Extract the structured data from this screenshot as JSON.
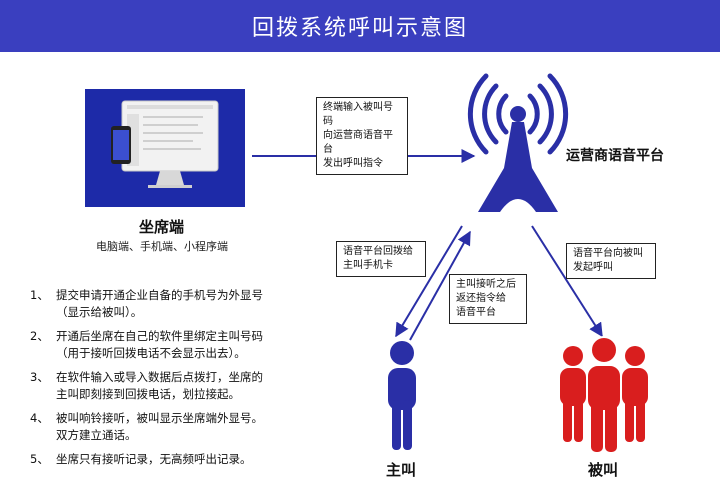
{
  "header": {
    "title": "回拨系统呼叫示意图"
  },
  "seat": {
    "title": "坐席端",
    "subtitle": "电脑端、手机端、小程序端"
  },
  "platform": {
    "label": "运营商语音平台"
  },
  "notes": {
    "terminal_to_platform": [
      "终端输入被叫号码",
      "向运营商语音平台",
      "发出呼叫指令"
    ],
    "platform_to_caller": [
      "语音平台回拨给",
      "主叫手机卡"
    ],
    "caller_to_platform": [
      "主叫接听之后",
      "返还指令给",
      "语音平台"
    ],
    "platform_to_callee": [
      "语音平台向被叫",
      "发起呼叫"
    ]
  },
  "caller": {
    "label": "主叫"
  },
  "callee": {
    "label": "被叫"
  },
  "steps": [
    {
      "num": "1、",
      "lines": [
        "提交申请开通企业自备的手机号为外显号",
        "（显示给被叫）。"
      ]
    },
    {
      "num": "2、",
      "lines": [
        "开通后坐席在自己的软件里绑定主叫号码",
        "（用于接听回拨电话不会显示出去）。"
      ]
    },
    {
      "num": "3、",
      "lines": [
        "在软件输入或导入数据后点拨打，坐席的",
        "主叫即刻接到回拨电话，划拉接起。"
      ]
    },
    {
      "num": "4、",
      "lines": [
        "被叫响铃接听，被叫显示坐席端外显号。",
        "双方建立通话。"
      ]
    },
    {
      "num": "5、",
      "lines": [
        "坐席只有接听记录，无高频呼出记录。"
      ]
    }
  ],
  "colors": {
    "header": "#3a3fbf",
    "tower": "#2a2fa6",
    "caller": "#2a2fa6",
    "callee": "#d91e1e",
    "monitor_frame": "#1d2aa8"
  }
}
